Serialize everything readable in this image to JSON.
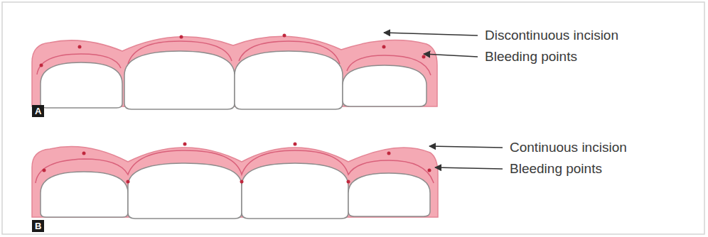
{
  "diagram": {
    "labels": [
      "Discontinuous incision",
      "Bleeding points",
      "A",
      "Continuous incision",
      "Bleeding points",
      "B"
    ]
  }
}
